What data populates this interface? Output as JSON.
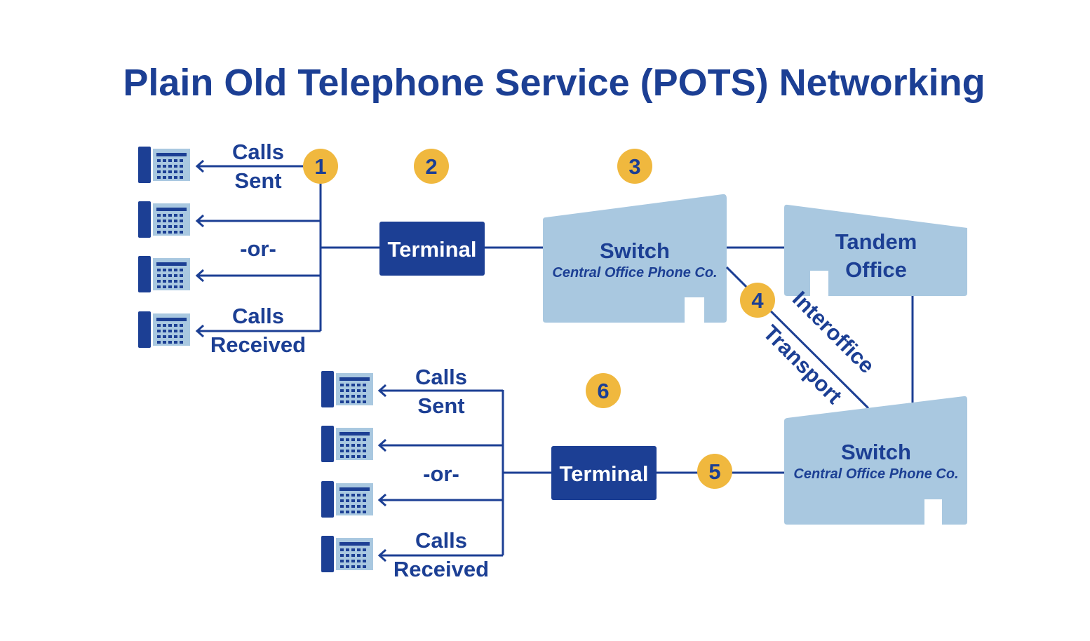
{
  "title": "Plain Old Telephone Service (POTS) Networking",
  "colors": {
    "primary": "#1c3f94",
    "light": "#a9c8e0",
    "badge": "#f0b83e",
    "background": "#ffffff"
  },
  "badges": [
    "1",
    "2",
    "3",
    "4",
    "5",
    "6"
  ],
  "top_group": {
    "calls_sent": [
      "Calls",
      "Sent"
    ],
    "or": "-or-",
    "calls_received": [
      "Calls",
      "Received"
    ],
    "terminal": "Terminal",
    "phone_icon": "desk-phone-icon"
  },
  "bottom_group": {
    "calls_sent": [
      "Calls",
      "Sent"
    ],
    "or": "-or-",
    "calls_received": [
      "Calls",
      "Received"
    ],
    "terminal": "Terminal",
    "phone_icon": "desk-phone-icon"
  },
  "switch_top": {
    "title": "Switch",
    "subtitle": "Central Office Phone Co."
  },
  "switch_bottom": {
    "title": "Switch",
    "subtitle": "Central Office Phone Co."
  },
  "tandem": {
    "line1": "Tandem",
    "line2": "Office"
  },
  "interoffice": {
    "line1": "Interoffice",
    "line2": "Transport"
  }
}
